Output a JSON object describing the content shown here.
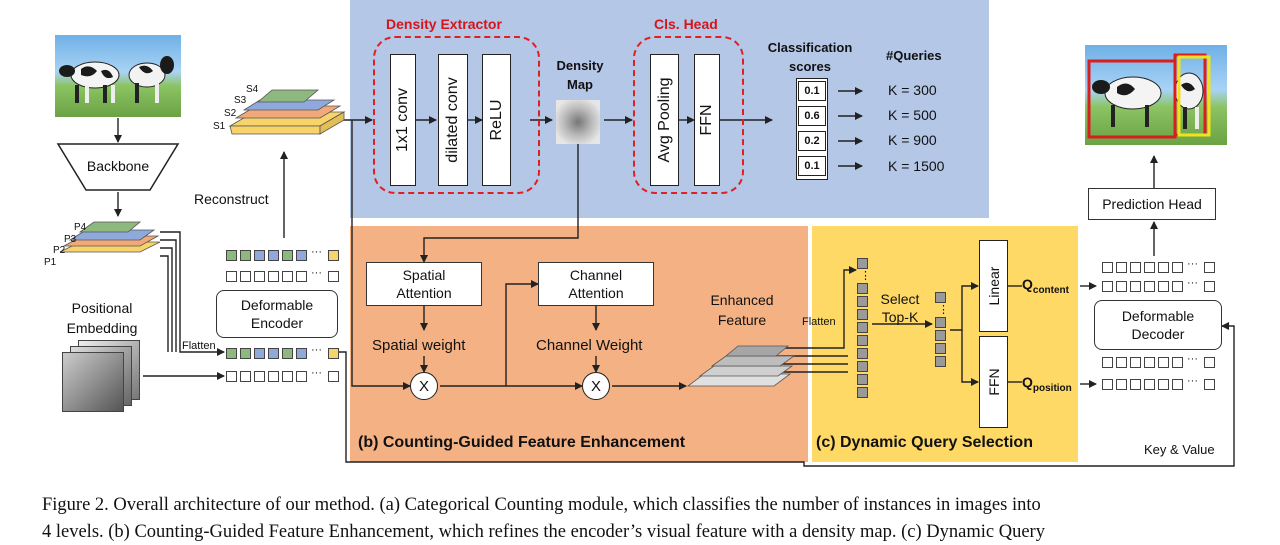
{
  "colors": {
    "blue_panel": "#b4c7e7",
    "orange_panel": "#f4b183",
    "yellow_panel": "#ffd966",
    "accent_red": "#e02020",
    "feat_green": "#8db87e",
    "feat_blue": "#8fa9dc",
    "feat_grey": "#9a9a9a",
    "feat_yellow": "#f7d36a",
    "feat_orange": "#f1a97a"
  },
  "input": {
    "backbone": "Backbone",
    "image_icon": "cow-image-icon"
  },
  "pyramid": {
    "p_levels": [
      "P4",
      "P3",
      "P2",
      "P1"
    ],
    "s_levels": [
      "S4",
      "S3",
      "S2",
      "S1"
    ]
  },
  "encoder": {
    "reconstruct": "Reconstruct",
    "positional_embedding": "Positional\nEmbedding",
    "flatten": "Flatten",
    "deformable_encoder": "Deformable\nEncoder",
    "ellipsis": "···"
  },
  "panel_a": {
    "density_extractor": "Density Extractor",
    "conv1": "1x1 conv",
    "dilated": "dilated conv",
    "relu": "ReLU",
    "density_map": "Density\nMap",
    "cls_head": "Cls. Head",
    "avg_pooling": "Avg Pooling",
    "ffn": "FFN",
    "classification_scores": "Classification\nscores",
    "queries_title": "#Queries",
    "scores": [
      "0.1",
      "0.6",
      "0.2",
      "0.1"
    ],
    "queries": [
      "K = 300",
      "K = 500",
      "K = 900",
      "K = 1500"
    ]
  },
  "panel_b": {
    "spatial_attention": "Spatial\nAttention",
    "channel_attention": "Channel\nAttention",
    "spatial_weight": "Spatial weight",
    "channel_weight": "Channel Weight",
    "multiply": "X",
    "enhanced_feature": "Enhanced\nFeature",
    "title": "(b) Counting-Guided Feature Enhancement"
  },
  "panel_c": {
    "flatten": "Flatten",
    "select_topk": "Select\nTop-K",
    "linear": "Linear",
    "ffn": "FFN",
    "q_content": "Q",
    "q_content_sub": "content",
    "q_position": "Q",
    "q_position_sub": "position",
    "title": "(c) Dynamic Query Selection",
    "dots": "⋮"
  },
  "decoder": {
    "prediction_head": "Prediction Head",
    "deformable_decoder": "Deformable\nDecoder",
    "key_value": "Key & Value",
    "ellipsis": "···"
  },
  "caption": {
    "line1": "Figure 2.  Overall architecture of our method.  (a) Categorical Counting module, which classifies the number of instances in images into",
    "line2": "4 levels.  (b) Counting-Guided Feature Enhancement, which refines the encoder’s visual feature with a density map.  (c) Dynamic Query"
  }
}
